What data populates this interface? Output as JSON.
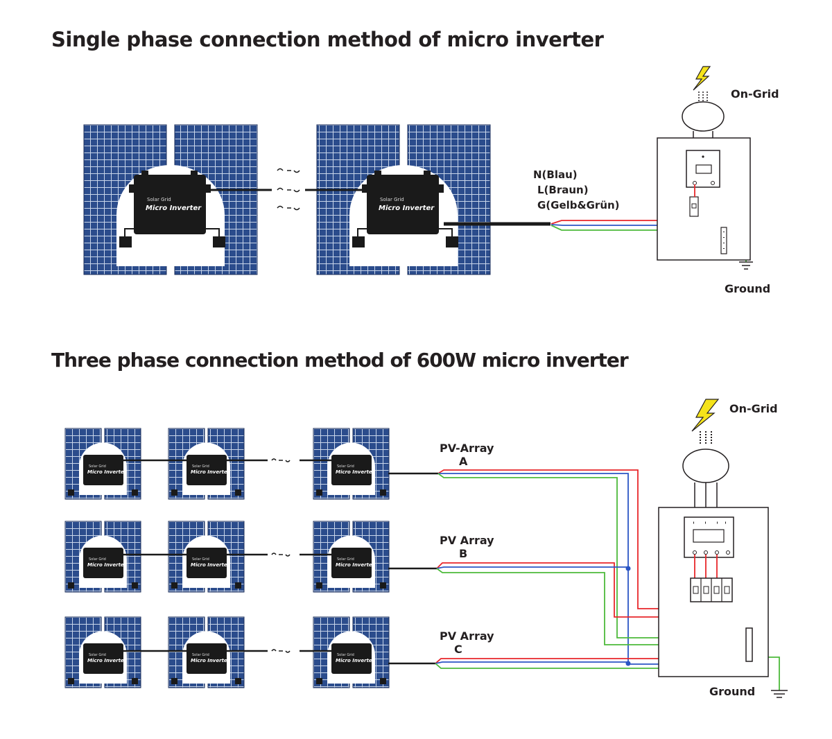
{
  "titles": {
    "single_phase": "Single phase connection method of micro inverter",
    "three_phase": "Three phase connection method of   600W micro inverter"
  },
  "inverter": {
    "brand": "Solar Grid",
    "name": "Micro Inverter"
  },
  "single_phase": {
    "wire_labels": [
      "N(Blau)",
      "L(Braun)",
      "G(Gelb&Grün)"
    ],
    "on_grid": "On-Grid",
    "ground": "Ground"
  },
  "three_phase": {
    "arrays": [
      {
        "line1": "PV-Array",
        "line2": "A"
      },
      {
        "line1": "PV Array",
        "line2": "B"
      },
      {
        "line1": "PV Array",
        "line2": "C"
      }
    ],
    "on_grid": "On-Grid",
    "ground": "Ground"
  },
  "colors": {
    "panel": "#2b4c8c",
    "cell_line": "#c9d6ea",
    "frame": "#1b2e5a",
    "inverter": "#1a1a1a",
    "wire_red": "#e8262a",
    "wire_blue": "#2b55c4",
    "wire_green": "#4cba3a",
    "bolt": "#f5e31a"
  }
}
